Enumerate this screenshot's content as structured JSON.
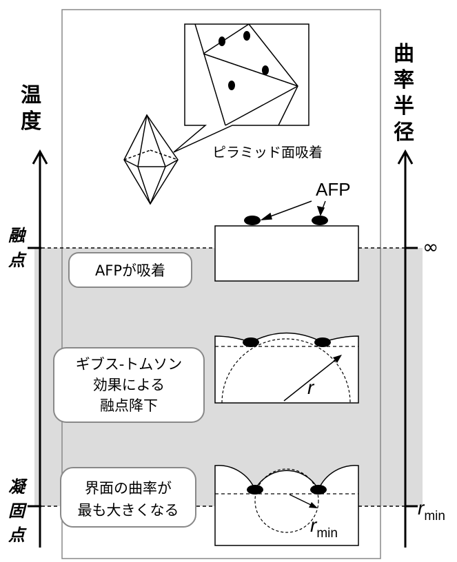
{
  "left_axis": {
    "title_chars": [
      "温",
      "度"
    ]
  },
  "right_axis": {
    "title_chars": [
      "曲",
      "率",
      "半",
      "径"
    ]
  },
  "points": {
    "melting": [
      "融",
      "点"
    ],
    "solidification": [
      "凝",
      "固",
      "点"
    ]
  },
  "labels": {
    "pyramid_adsorption": "ピラミッド面吸着",
    "afp": "AFP",
    "afp_adsorbs": "AFPが吸着",
    "gibbs_lines": [
      "ギブス-トムソン",
      "効果による",
      "融点降下"
    ],
    "curvature_lines": [
      "界面の曲率が",
      "最も大きくなる"
    ],
    "r": "r",
    "r_min_r": "r",
    "r_min_sub": "min",
    "infinity": "∞"
  },
  "colors": {
    "shaded_region": "#dcdcdc",
    "box_border": "#888888"
  }
}
